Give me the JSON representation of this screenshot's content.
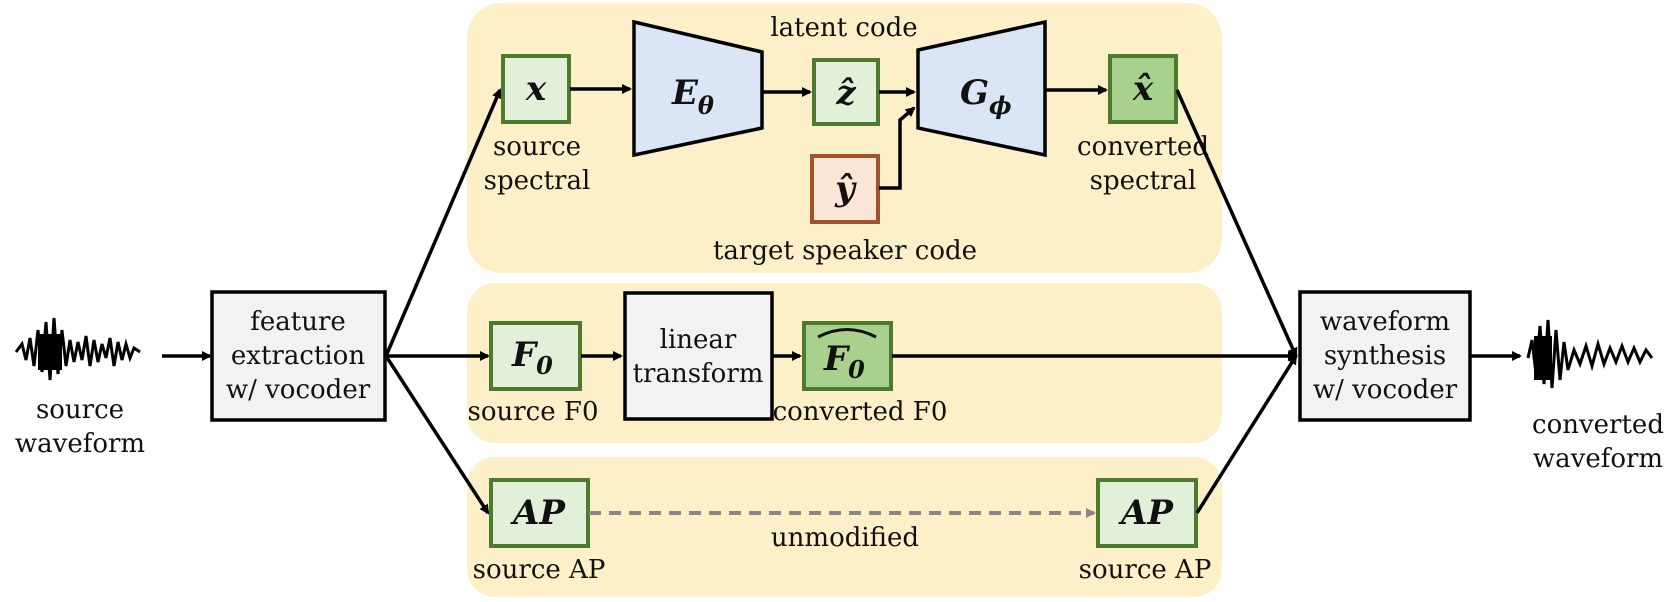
{
  "source": {
    "label_line1": "source",
    "label_line2": "waveform"
  },
  "output": {
    "label_line1": "converted",
    "label_line2": "waveform"
  },
  "feature_extraction": {
    "line1": "feature",
    "line2": "extraction",
    "line3": "w/ vocoder"
  },
  "waveform_synthesis": {
    "line1": "waveform",
    "line2": "synthesis",
    "line3": "w/ vocoder"
  },
  "spectral": {
    "x_symbol": "x",
    "source_label_line1": "source",
    "source_label_line2": "spectral",
    "encoder_symbol": "E",
    "encoder_sub": "θ",
    "latent_label": "latent code",
    "z_symbol": "ẑ",
    "y_symbol": "ŷ",
    "speaker_label": "target speaker code",
    "decoder_symbol": "G",
    "decoder_sub": "ϕ",
    "xhat_symbol": "x̂",
    "converted_label_line1": "converted",
    "converted_label_line2": "spectral"
  },
  "f0": {
    "f_symbol": "F",
    "f_sub": "0",
    "source_label": "source F0",
    "transform_line1": "linear",
    "transform_line2": "transform",
    "converted_label": "converted F0"
  },
  "ap": {
    "symbol": "AP",
    "source_label": "source AP",
    "unmodified_label": "unmodified",
    "target_label": "source AP"
  },
  "colors": {
    "band": "#fdf0c8",
    "green_box": "#e2f0d9",
    "green_box_dark": "#a9d18e",
    "green_border": "#4e7a2e",
    "blue_box": "#dae6f5",
    "orange_box": "#fbe5d6",
    "orange_border": "#a0522d",
    "gray_box": "#f2f2f2",
    "dashed_arrow": "#888888"
  }
}
